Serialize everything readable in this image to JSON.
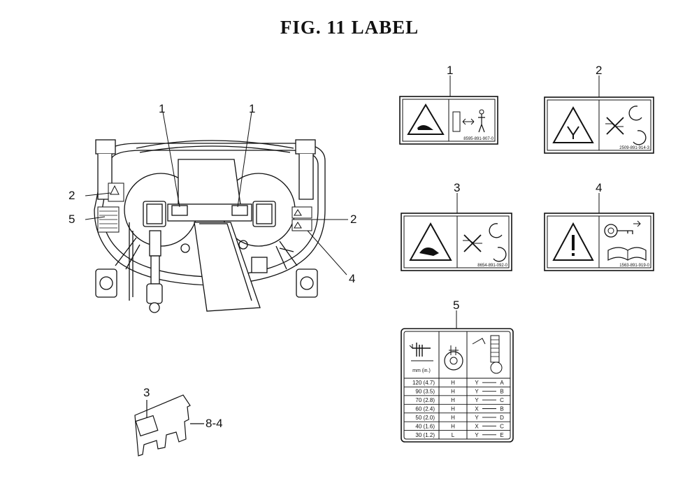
{
  "title": "FIG. 11  LABEL",
  "callouts": {
    "deck_left_1": "1",
    "deck_right_1": "1",
    "deck_left_2": "2",
    "deck_left_5": "5",
    "deck_right_2": "2",
    "deck_right_4": "4",
    "plate_3": "3",
    "plate_ref": "8-4",
    "label1": "1",
    "label2": "2",
    "label3": "3",
    "label4": "4",
    "label5": "5"
  },
  "labels": {
    "label1": {
      "part_number": "8595-891-907-0"
    },
    "label2": {
      "part_number": "2509-891-914-3"
    },
    "label3": {
      "part_number": "8654-891-092-0"
    },
    "label4": {
      "part_number": "1563-891-919-0"
    }
  },
  "height_chart": {
    "unit_header": "mm (in.)",
    "rows": [
      {
        "height": "120 (4.7)",
        "col2": "H",
        "col3": "Y",
        "col4": "A"
      },
      {
        "height": "90 (3.5)",
        "col2": "H",
        "col3": "Y",
        "col4": "B"
      },
      {
        "height": "70 (2.8)",
        "col2": "H",
        "col3": "Y",
        "col4": "C"
      },
      {
        "height": "60 (2.4)",
        "col2": "H",
        "col3": "X",
        "col4": "B"
      },
      {
        "height": "50 (2.0)",
        "col2": "H",
        "col3": "Y",
        "col4": "D"
      },
      {
        "height": "40 (1.6)",
        "col2": "H",
        "col3": "X",
        "col4": "C"
      },
      {
        "height": "30 (1.2)",
        "col2": "L",
        "col3": "Y",
        "col4": "E"
      }
    ]
  }
}
